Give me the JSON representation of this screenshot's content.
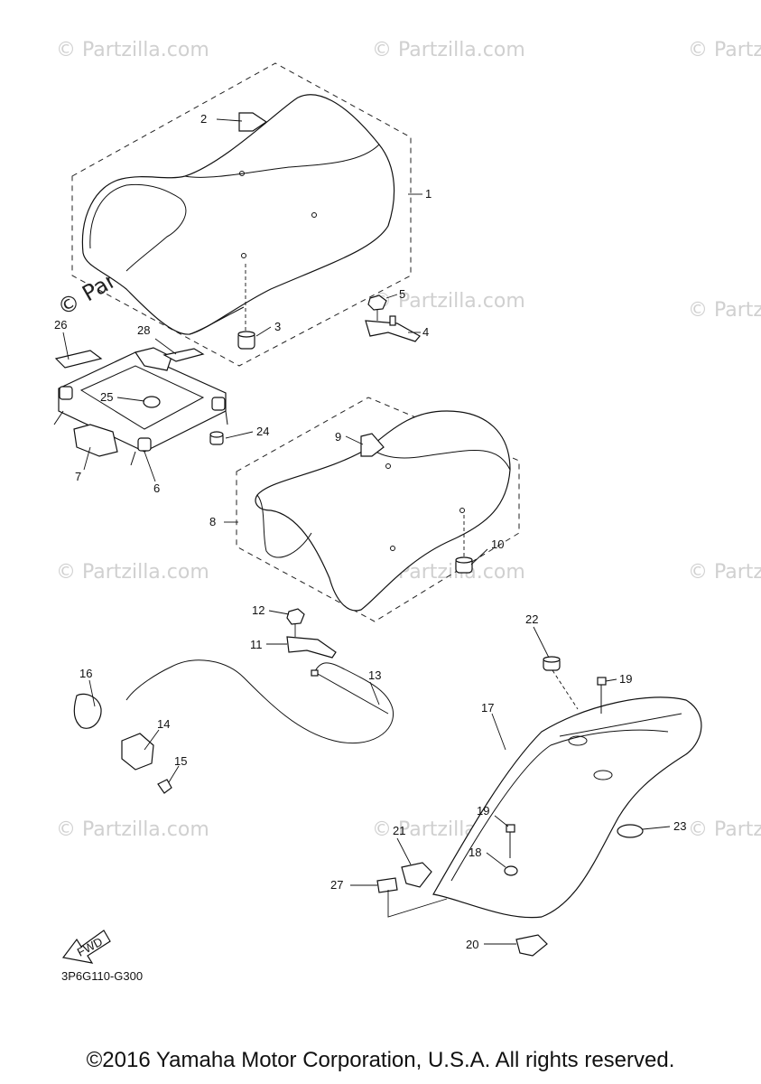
{
  "watermark": "© Partzilla.com",
  "watermark_big": "© Partzilla.com",
  "fwd_label": "FWD",
  "diagram_code": "3P6G110-G300",
  "copyright": "©2016 Yamaha Motor Corporation, U.S.A. All rights reserved.",
  "callouts": [
    "1",
    "2",
    "3",
    "4",
    "5",
    "6",
    "7",
    "8",
    "9",
    "10",
    "11",
    "12",
    "13",
    "14",
    "15",
    "16",
    "17",
    "18",
    "19",
    "19",
    "20",
    "21",
    "22",
    "23",
    "24",
    "25",
    "26",
    "27",
    "28"
  ]
}
